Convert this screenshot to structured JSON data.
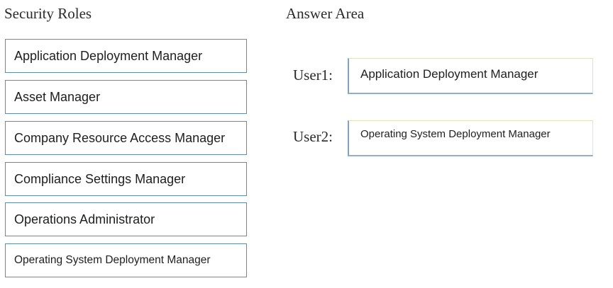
{
  "security_roles": {
    "heading": "Security Roles",
    "items": [
      "Application Deployment Manager",
      "Asset Manager",
      "Company Resource Access Manager",
      "Compliance Settings Manager",
      "Operations Administrator",
      "Operating System Deployment Manager"
    ]
  },
  "answer_area": {
    "heading": "Answer Area",
    "rows": [
      {
        "user": "User1:",
        "selection": "Application Deployment Manager"
      },
      {
        "user": "User2:",
        "selection": "Operating System Deployment Manager"
      }
    ]
  }
}
